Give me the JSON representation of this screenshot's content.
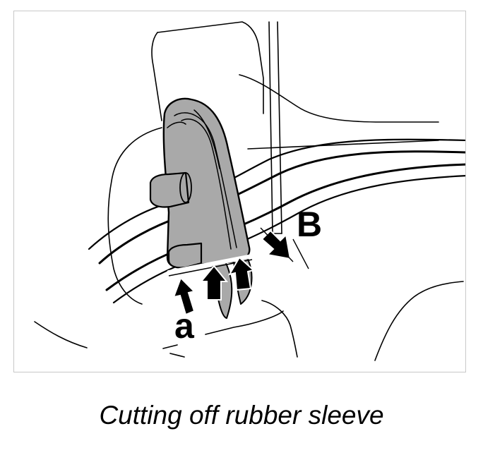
{
  "figure": {
    "callouts": {
      "b": "B",
      "a": "a"
    },
    "colors": {
      "part_fill": "#a9a9a9",
      "line": "#000000",
      "background": "#ffffff"
    }
  },
  "caption": {
    "text": "Cutting off rubber sleeve"
  }
}
